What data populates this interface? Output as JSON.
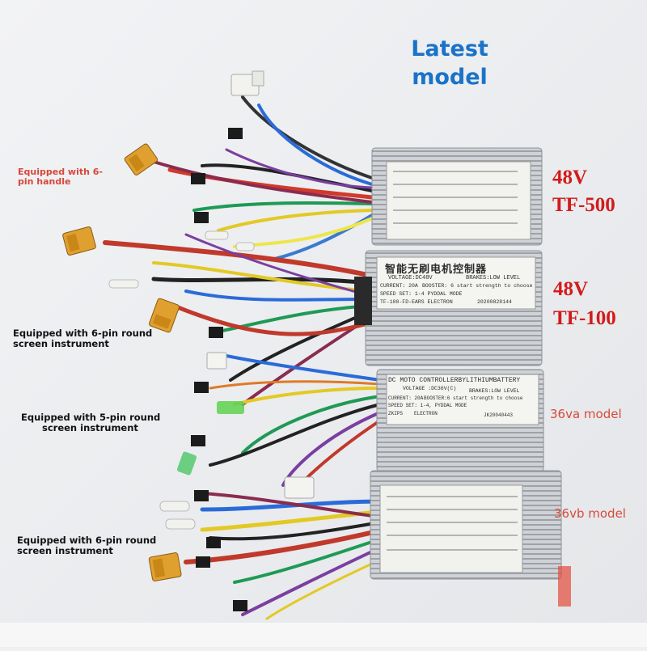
{
  "header": {
    "line1": "Latest",
    "line2": "model"
  },
  "colors": {
    "title_blue": "#1a73c8",
    "model_red": "#d21b1b",
    "note_red": "#d8473a",
    "connector_orange": "#e0a030",
    "housing_silver": "#c9ccd0"
  },
  "models": [
    {
      "voltage": "48V",
      "name": "TF-500"
    },
    {
      "voltage": "48V",
      "name": "TF-100"
    },
    {
      "name": "36va model"
    },
    {
      "name": "36vb model"
    }
  ],
  "notes": [
    {
      "text": "Equipped with 6-pin handle"
    },
    {
      "line1": "Equipped with 6-pin round",
      "line2": "screen instrument"
    },
    {
      "line1": "Equipped with 5-pin round",
      "line2": "screen instrument"
    },
    {
      "line1": "Equipped with 6-pin round",
      "line2": "screen instrument"
    }
  ],
  "labels": {
    "tf100": {
      "title": "智能无刷电机控制器",
      "voltage": "VOLTAGE:DC48V",
      "brakes": "BRAKES:LOW LEVEL",
      "current": "CURRENT: 20A",
      "booster": "BOOSTER: 6 start strength to choose",
      "speed": "SPEED SET: 1-4 PYDDAL MODE",
      "model": "TF-100-FD-EARS ELECTRON",
      "serial": "20200828144"
    },
    "va36": {
      "title": "DC MOTO CONTROLLERBYLITHIUMBATTERY",
      "voltage": "VOLTAGE :DC36V(C)",
      "brakes": "BRAKES:LOW LEVEL",
      "current": "CURRENT: 20A",
      "booster": "BOOSTER:6 start strength to choose",
      "speed": "SPEED SET: 1-4, PYDDAL MODE",
      "model": "ZKIPS",
      "maker": "ELECTRON",
      "serial": "JK20040443"
    }
  }
}
